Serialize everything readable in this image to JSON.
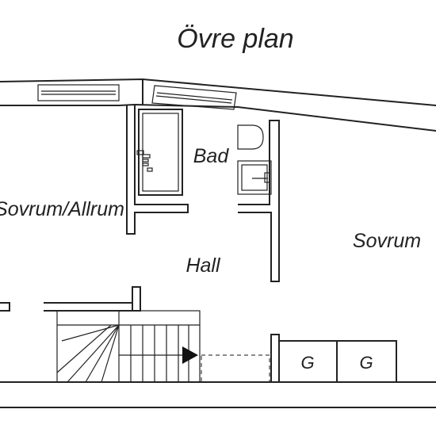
{
  "title": "Övre plan",
  "rooms": {
    "living": "Sovrum/Allrum",
    "bath": "Bad",
    "hall": "Hall",
    "bedroom": "Sovrum"
  },
  "storage": {
    "left": "G",
    "right": "G"
  },
  "colors": {
    "line": "#222222",
    "background": "#ffffff"
  }
}
